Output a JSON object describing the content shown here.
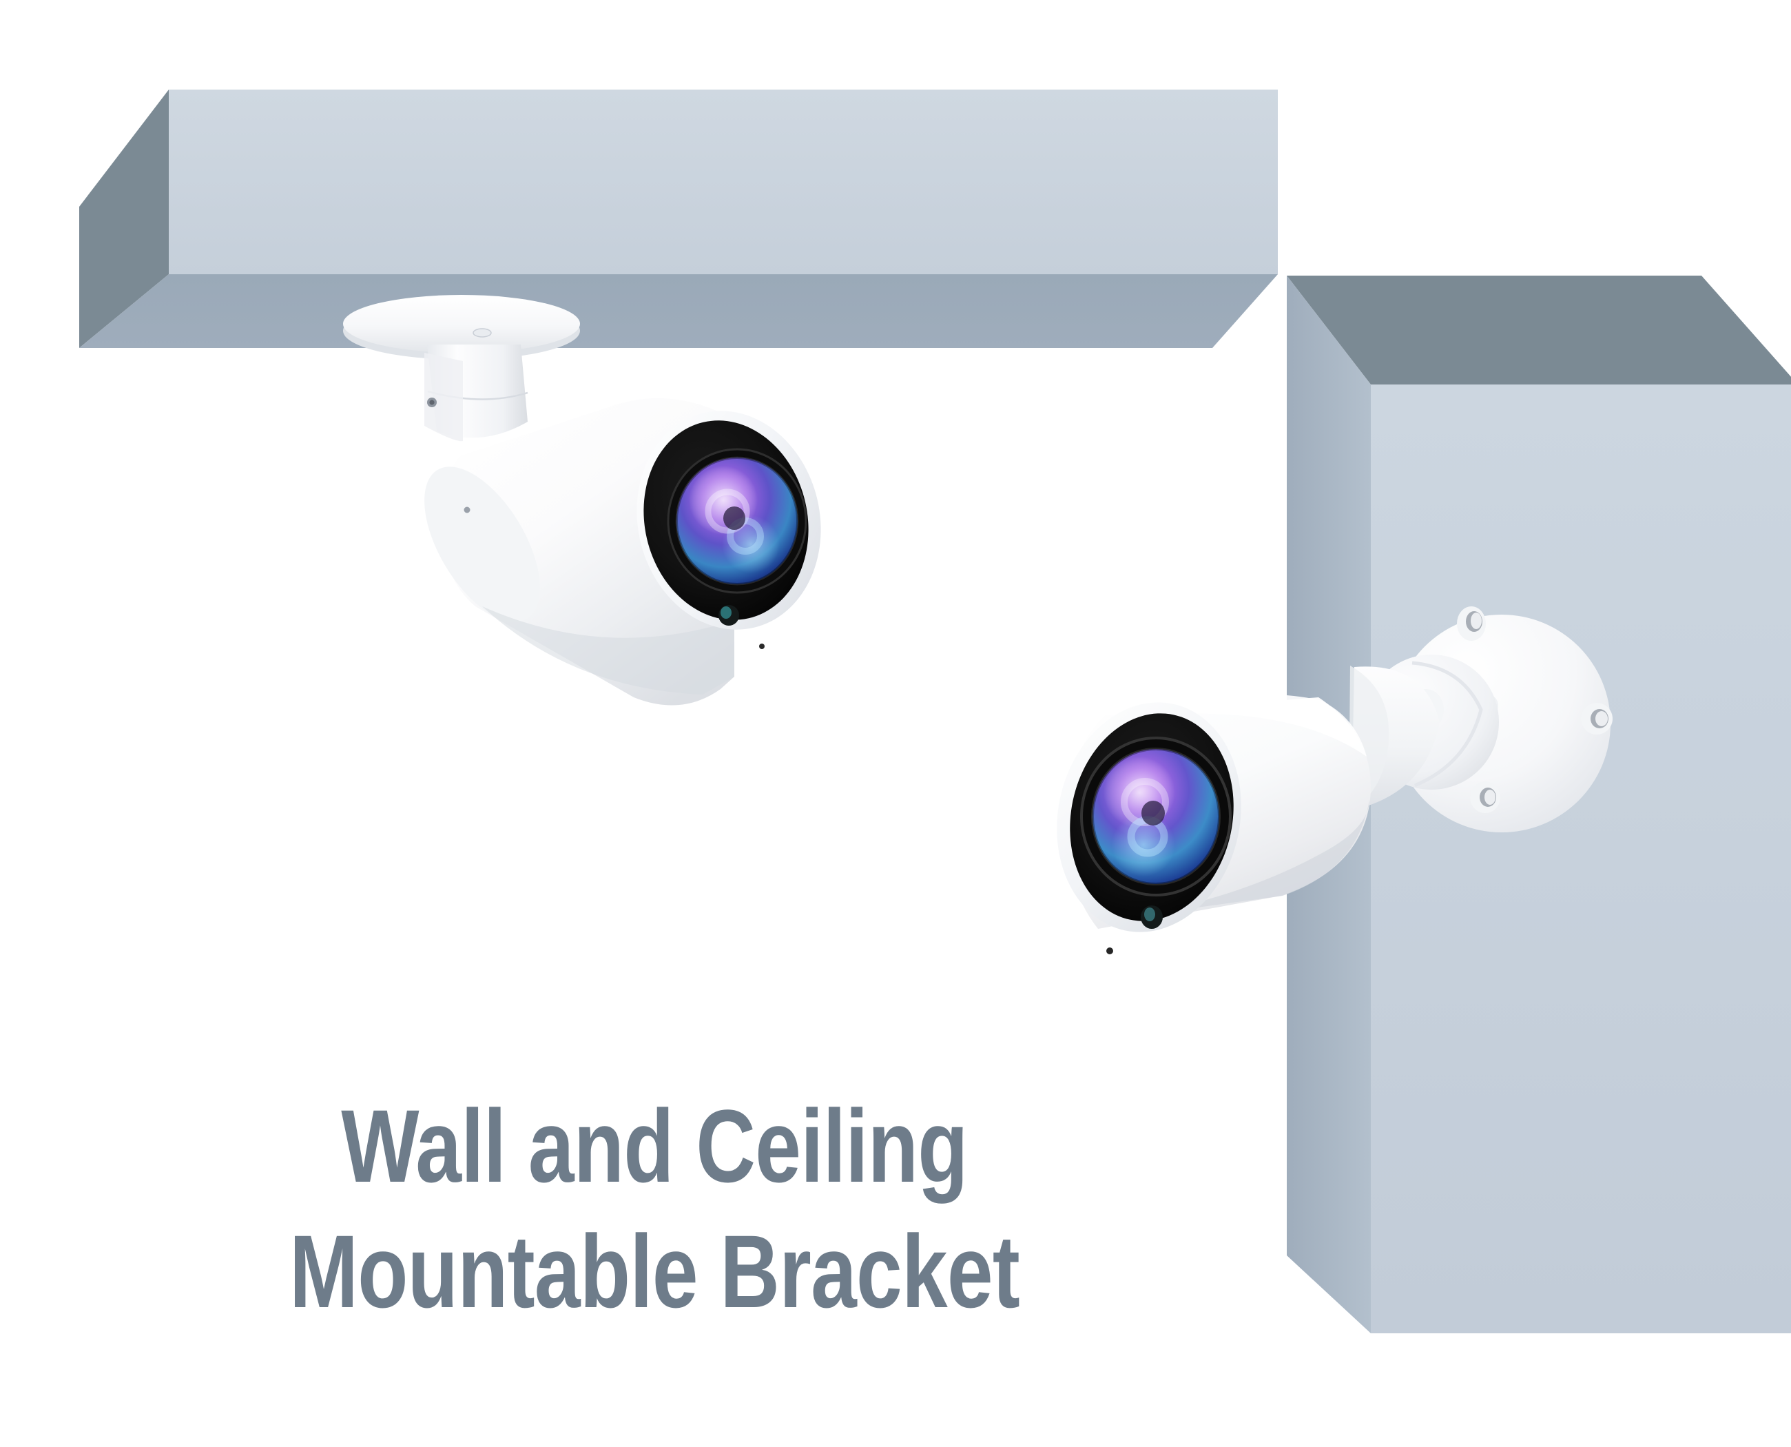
{
  "caption": {
    "line1": "Wall and Ceiling",
    "line2": "Mountable Bracket",
    "color": "#6e7c8a"
  },
  "scene": {
    "background": "#ffffff",
    "description": "Product illustration of a white bullet security camera mounted two ways: one on a ceiling soffit and one on a wall column."
  },
  "ceiling": {
    "label": "ceiling-slab",
    "front_face_color": "#ccd5de",
    "bottom_face_color": "#9cabba",
    "end_face_color": "#7b8a94"
  },
  "wall": {
    "label": "wall-column",
    "front_face_color": "#ccd5de",
    "side_face_color": "#aab8c6",
    "top_face_color": "#7b8a94"
  },
  "cameras": [
    {
      "id": "ceiling-camera",
      "mount_type": "ceiling",
      "body_color": "#ffffff",
      "hood_color": "#0d0d0d",
      "lens_colors": {
        "magenta": "#b05ce0",
        "violet": "#7a4fd6",
        "cyan": "#49c8e8",
        "blue": "#2a3f9e"
      },
      "ir_led_color": "#2e6f73",
      "mount_plate": "round-ceiling-disc",
      "screw_count": 1
    },
    {
      "id": "wall-camera",
      "mount_type": "wall",
      "body_color": "#ffffff",
      "hood_color": "#0d0d0d",
      "lens_colors": {
        "magenta": "#b05ce0",
        "violet": "#7a4fd6",
        "cyan": "#49c8e8",
        "blue": "#2a3f9e"
      },
      "ir_led_color": "#2e6f73",
      "mount_plate": "round-wall-disc",
      "screw_count": 4
    }
  ]
}
